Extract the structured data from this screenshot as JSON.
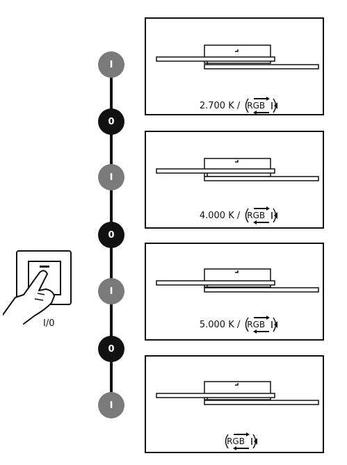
{
  "switch": {
    "caption": "I/0",
    "icon": "wall-switch-with-hand"
  },
  "timeline": {
    "nodes": [
      "I",
      "0",
      "I",
      "0",
      "I",
      "0",
      "I"
    ],
    "on_color": "#7a7a7a",
    "off_color": "#111111"
  },
  "panels": [
    {
      "temperature": "2.700 K /",
      "badge": "RGB"
    },
    {
      "temperature": "4.000 K /",
      "badge": "RGB"
    },
    {
      "temperature": "5.000 K /",
      "badge": "RGB"
    },
    {
      "temperature": "",
      "badge": "RGB"
    }
  ]
}
